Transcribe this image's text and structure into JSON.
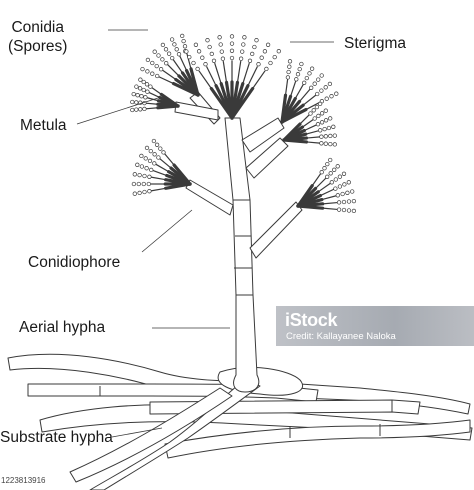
{
  "labels": {
    "conidia_line1": "Conidia",
    "conidia_line2": "(Spores)",
    "sterigma": "Sterigma",
    "metula": "Metula",
    "conidiophore": "Conidiophore",
    "aerial_hypha": "Aerial hypha",
    "substrate_hypha": "Substrate hypha"
  },
  "watermark": {
    "logo": "iStock",
    "credit": "Credit: Kallayanee Naloka",
    "stock_id": "1223813916"
  },
  "colors": {
    "line": "#3a3a3a",
    "fill": "#ffffff",
    "text": "#1a1a1a"
  }
}
